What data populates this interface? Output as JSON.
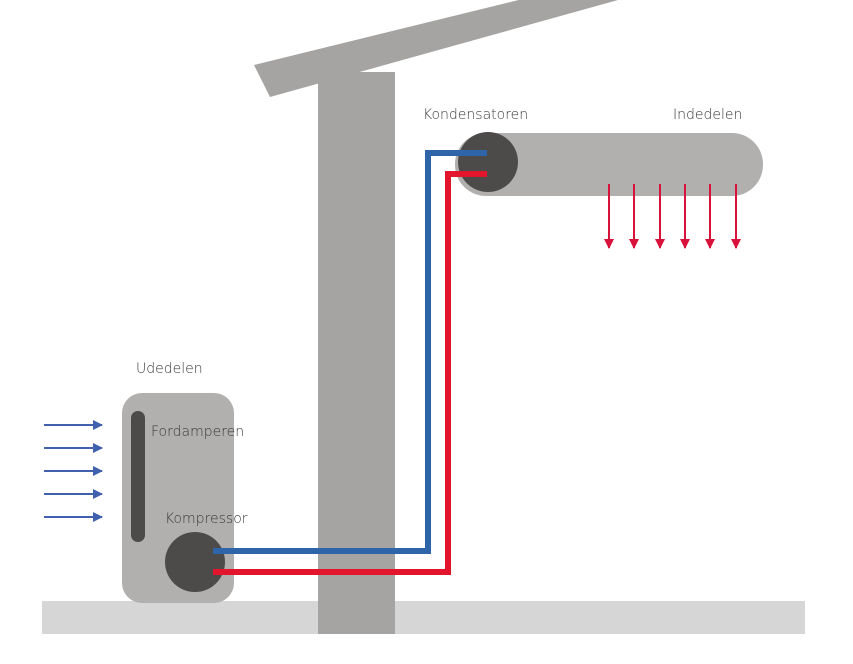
{
  "labels": {
    "outdoor_unit": "Udedelen",
    "evaporator": "Fordamperen",
    "compressor": "Kompressor",
    "condenser": "Kondensatoren",
    "indoor_unit": "Indedelen"
  },
  "colors": {
    "structure": "#a5a4a2",
    "ground": "#d6d6d6",
    "unit_body": "#b1b0ae",
    "component": "#4d4a4a",
    "cold_pipe": "#2e64a8",
    "hot_pipe": "#e3152c",
    "intake_arrows": "#3f61ae",
    "heat_arrows": "#d8123a"
  },
  "icons": {
    "intake_arrow": "arrow-right-icon",
    "heat_arrow": "arrow-down-icon"
  }
}
